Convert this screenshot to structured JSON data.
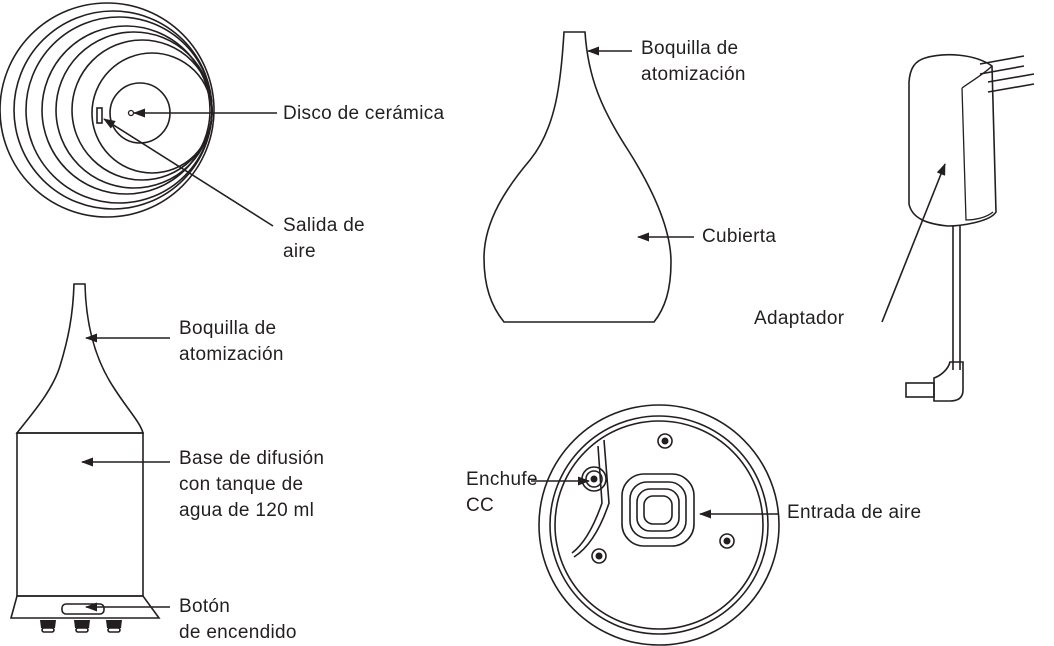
{
  "labels": {
    "ceramic_disc": "Disco de cerámica",
    "air_outlet": [
      "Salida de",
      "aire"
    ],
    "nozzle_top": [
      "Boquilla de",
      "atomización"
    ],
    "cover": "Cubierta",
    "adapter": "Adaptador",
    "nozzle_left": [
      "Boquilla de",
      "atomización"
    ],
    "base": [
      "Base de difusión",
      "con tanque de",
      "agua de 120 ml"
    ],
    "power_button": [
      "Botón",
      "de encendido"
    ],
    "dc_plug": [
      "Enchufe",
      "CC"
    ],
    "air_inlet": "Entrada de aire"
  },
  "colors": {
    "ink": "#231f20",
    "background": "#ffffff"
  }
}
